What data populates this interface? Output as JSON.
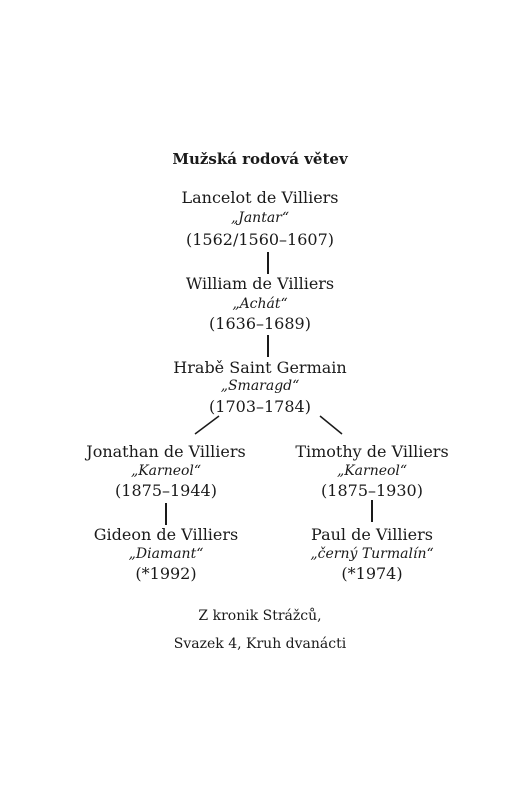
{
  "title": "Mužská rodová větev",
  "people": {
    "lancelot": {
      "name": "Lancelot de Villiers",
      "nickname": "„Jantar“",
      "years": "(1562/1560–1607)"
    },
    "william": {
      "name": "William de Villiers",
      "nickname": "„Achát“",
      "years": "(1636–1689)"
    },
    "saint_germain": {
      "name": "Hrabě Saint Germain",
      "nickname": "„Smaragd“",
      "years": "(1703–1784)"
    },
    "jonathan": {
      "name": "Jonathan de Villiers",
      "nickname": "„Karneol“",
      "years": "(1875–1944)"
    },
    "timothy": {
      "name": "Timothy de Villiers",
      "nickname": "„Karneol“",
      "years": "(1875–1930)"
    },
    "gideon": {
      "name": "Gideon de Villiers",
      "nickname": "„Diamant“",
      "years": "(*1992)"
    },
    "paul": {
      "name": "Paul de Villiers",
      "nickname": "„černý Turmalín“",
      "years": "(*1974)"
    }
  },
  "credit": {
    "line1": "Z kronik Strážců,",
    "line2": "Svazek 4, Kruh dvanácti"
  }
}
